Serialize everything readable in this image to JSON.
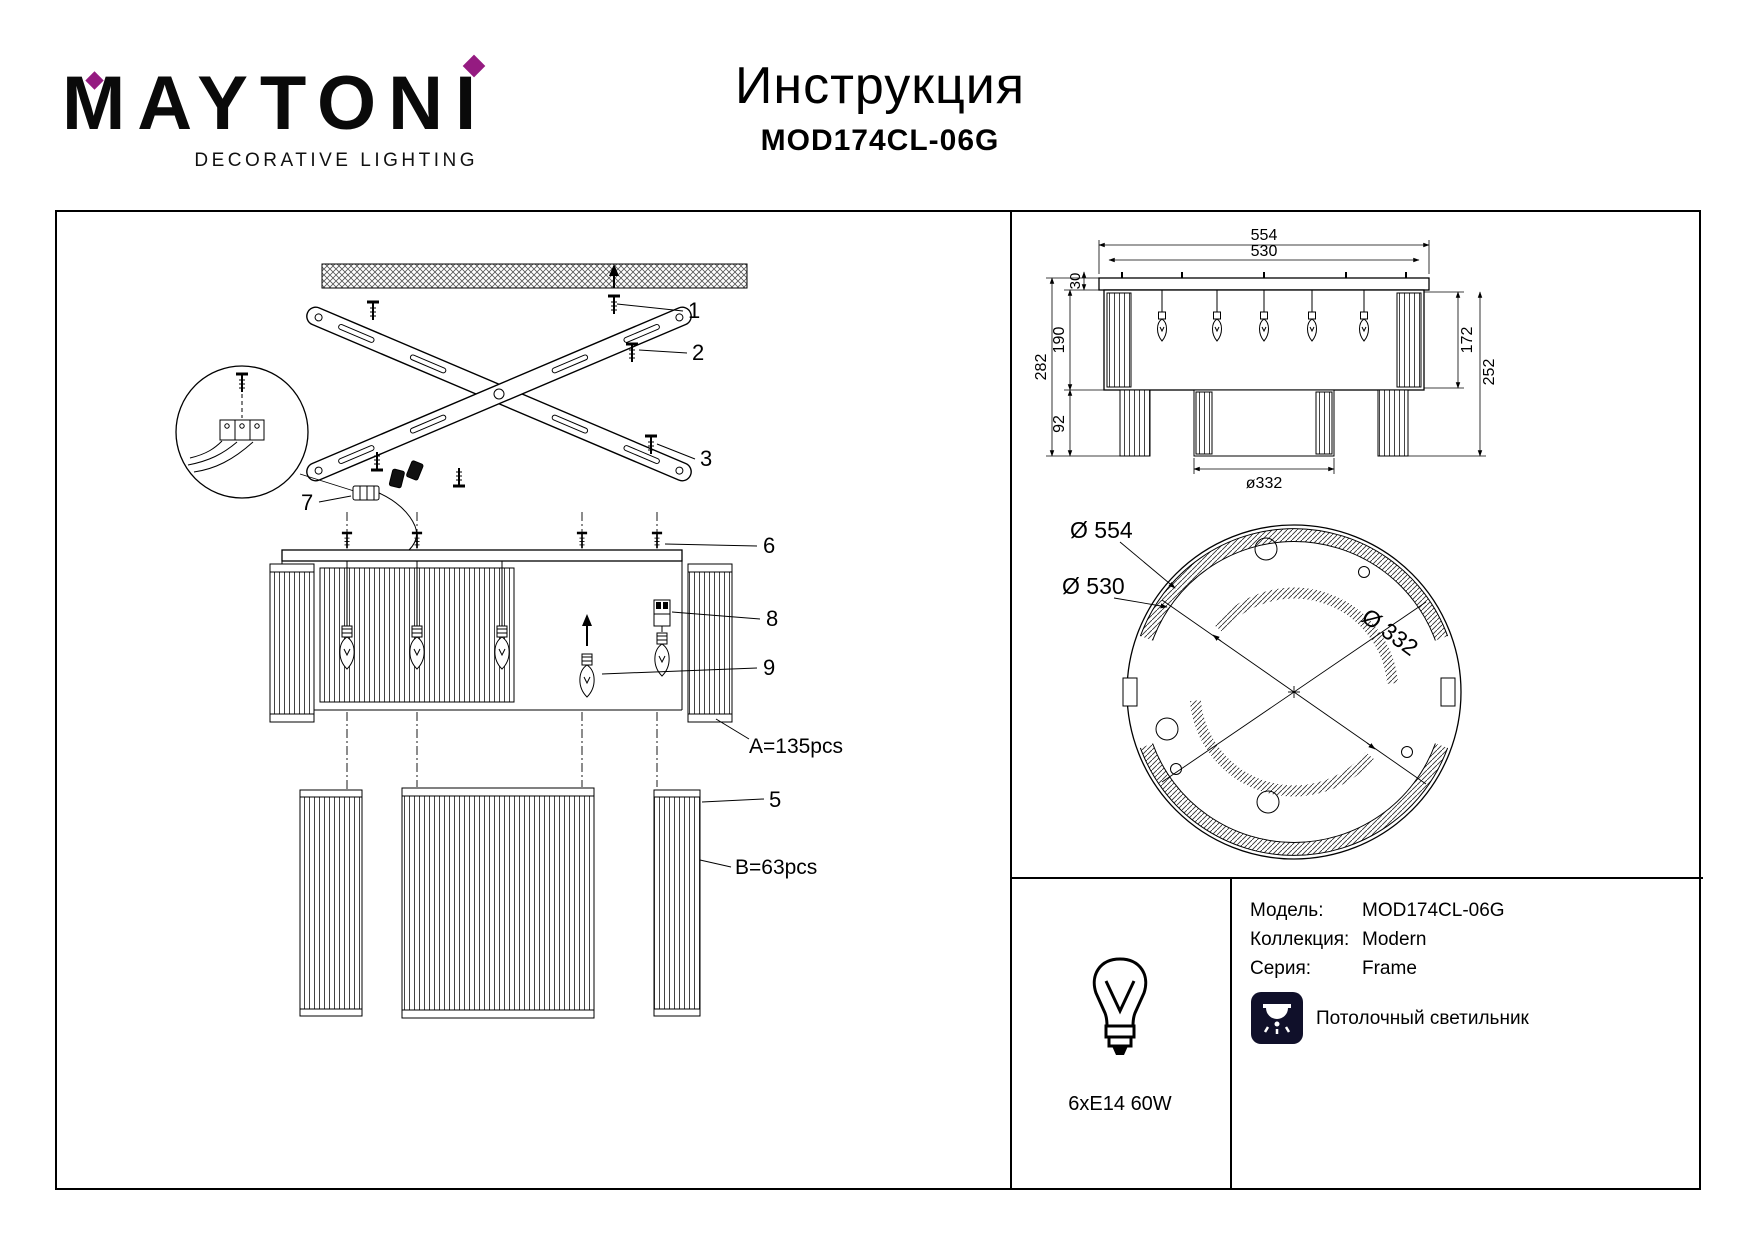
{
  "colors": {
    "brand": "#951b81",
    "ink": "#000000"
  },
  "header": {
    "brand": "MAYTONI",
    "tagline": "DECORATIVE LIGHTING",
    "title": "Инструкция",
    "model": "MOD174CL-06G"
  },
  "exploded_view": {
    "part_1": "1",
    "part_2": "2",
    "part_3": "3",
    "part_5": "5",
    "part_6": "6",
    "part_7": "7",
    "part_8": "8",
    "part_9": "9",
    "count_a": "A=135pcs",
    "count_b": "B=63pcs"
  },
  "side_view": {
    "dim_top_outer": "554",
    "dim_top_inner": "530",
    "dim_30": "30",
    "dim_190": "190",
    "dim_282": "282",
    "dim_92": "92",
    "dim_172": "172",
    "dim_252": "252",
    "dim_diameter": "ø332"
  },
  "top_view": {
    "dim_554": "Ø 554",
    "dim_530": "Ø 530",
    "dim_332": "Ø 332"
  },
  "specs": {
    "bulb": "6xE14 60W",
    "model_label": "Модель:",
    "model_value": "MOD174CL-06G",
    "collection_label": "Коллекция:",
    "collection_value": "Modern",
    "series_label": "Серия:",
    "series_value": "Frame",
    "type_value": "Потолочный светильник"
  }
}
